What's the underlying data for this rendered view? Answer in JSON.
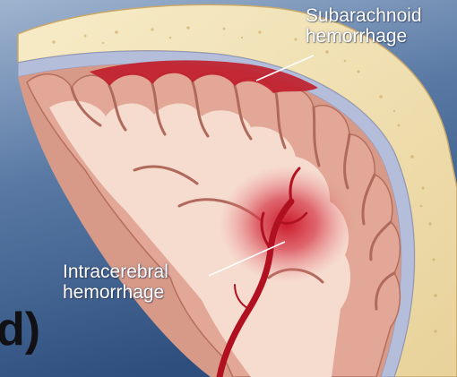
{
  "labels": {
    "subarachnoid_line1": "Subarachnoid",
    "subarachnoid_line2": "hemorrhage",
    "intracerebral_line1": "Intracerebral",
    "intracerebral_line2": "hemorrhage",
    "edge_fragment": "d)"
  },
  "colors": {
    "background_top": "#8aa3c4",
    "background_bottom": "#2e4f7e",
    "skull": "#f2e3b6",
    "dura": "#b7bfdc",
    "gray_matter": "#d99a88",
    "white_matter": "#f6dcd0",
    "blood": "#c81e2c",
    "label_text": "#ffffff"
  }
}
